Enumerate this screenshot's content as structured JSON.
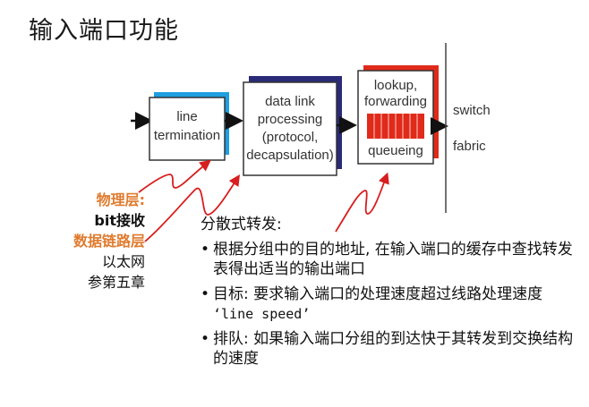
{
  "title": "输入端口功能",
  "diagram": {
    "boxes": [
      {
        "id": "line-termination",
        "lines": [
          "line",
          "termination"
        ],
        "shadow_color": "#1f9ee0"
      },
      {
        "id": "data-link-processing",
        "lines": [
          "data link",
          "processing",
          "(protocol,",
          "decapsulation)"
        ],
        "shadow_color": "#2a2a78"
      },
      {
        "id": "lookup-forwarding-queueing",
        "lines": [
          "lookup,",
          "forwarding",
          "queueing"
        ],
        "shadow_color": "#e02a1a"
      }
    ],
    "switch_fabric": [
      "switch",
      "fabric"
    ],
    "queue_color": "#e02a1a",
    "annotation_color": "#d81e1e"
  },
  "left_labels": {
    "physical_layer": "物理层:",
    "physical_desc": "bit接收",
    "datalink_layer": "数据链路层",
    "datalink_desc1": "以太网",
    "datalink_desc2": "参第五章",
    "label_color": "#e07b2e"
  },
  "main": {
    "heading": "分散式转发:",
    "bullets": [
      {
        "text": "根据分组中的目的地址, 在输入端口的缓存中查找转发表得出适当的输出端口"
      },
      {
        "prefix": "目标: 要求输入端口的处理速度超过线路处理速度 ",
        "mono": "‘line speed’"
      },
      {
        "text": "排队: 如果输入端口分组的到达快于其转发到交换结构的速度"
      }
    ]
  }
}
